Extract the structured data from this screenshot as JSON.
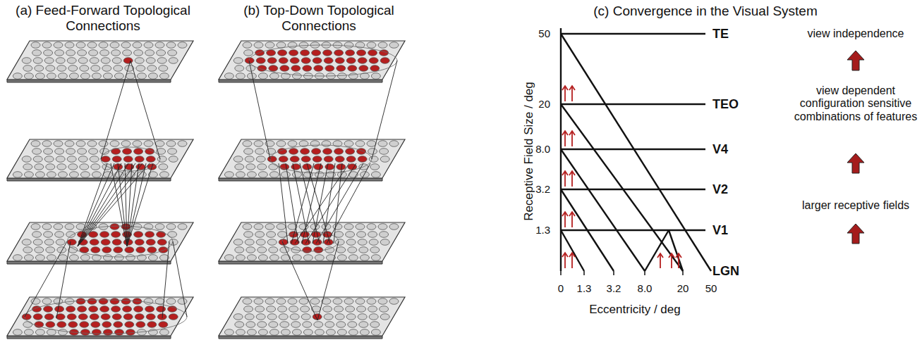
{
  "diagram": {
    "labels": [
      "(a) Feed-Forward Topological Connections",
      "(b) Top-Down Topological Connections",
      "(c) Convergence in the Visual System",
      "Receptive Field Size / deg",
      "50",
      "20",
      "8.0",
      "3.2",
      "1.3",
      "TE",
      "TEO",
      "V4",
      "V2",
      "V1",
      "LGN",
      "0",
      "1.3",
      "3.2",
      "8.0",
      "20",
      "50",
      "Eccentricity / deg",
      "view independence",
      "view dependent configuration sensitive combinations of features",
      "larger receptive fields"
    ]
  }
}
